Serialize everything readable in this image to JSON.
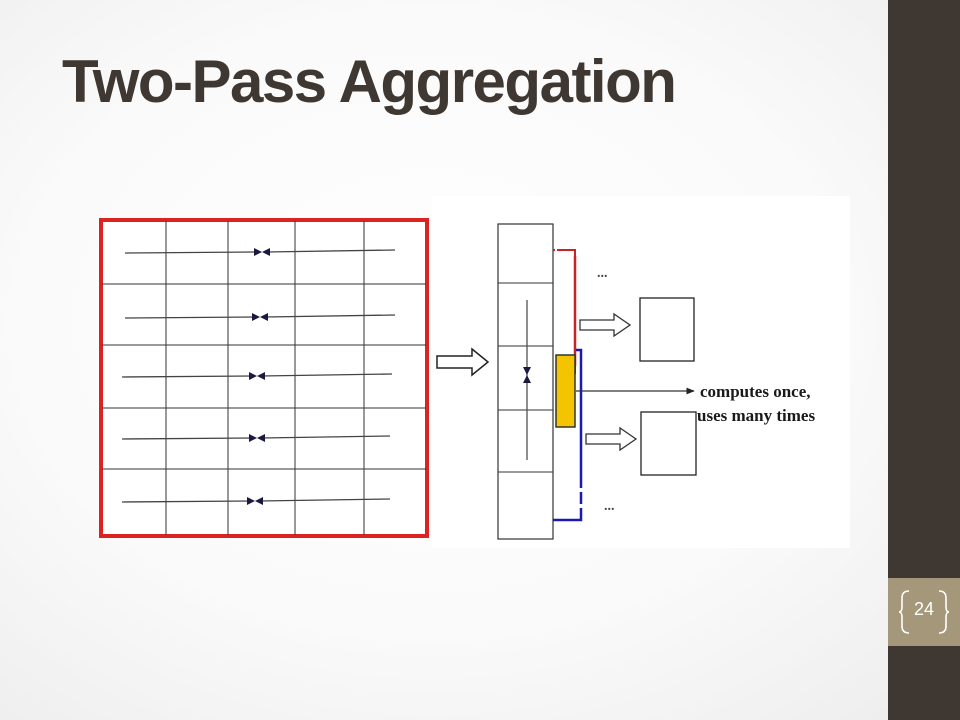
{
  "slide": {
    "title": "Two-Pass Aggregation",
    "page_number": "24"
  },
  "diagram": {
    "annotation_line1": "computes  once,",
    "annotation_line2": "uses many times",
    "ellipsis_top": "...",
    "ellipsis_bottom": "..."
  },
  "colors": {
    "title_text": "#3f3731",
    "sidebar": "#3f3731",
    "page_band": "#a5987a",
    "grid_border": "#dd2222",
    "first_pass_line": "#cc2222",
    "second_pass_line": "#1a1ab0",
    "highlight_block": "#f5c400"
  }
}
